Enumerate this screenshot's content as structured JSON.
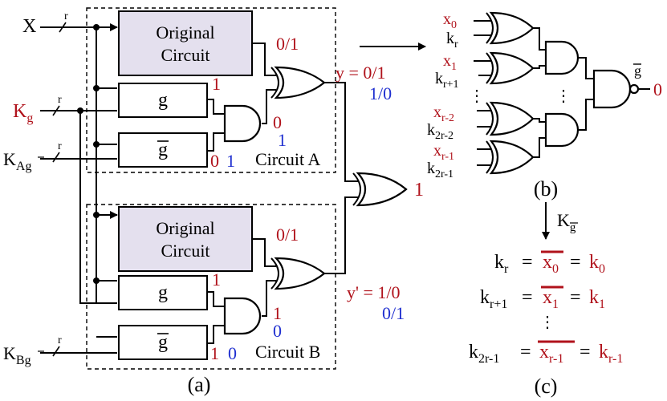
{
  "colors": {
    "red": "#b0121b",
    "blue": "#1f2fd0",
    "fill": "#e4e0ee"
  },
  "fig_a": {
    "input_x": "X",
    "input_kg": "K",
    "input_kg_sub": "g",
    "input_kag": "K",
    "input_kag_sub": "Ag",
    "input_kbg": "K",
    "input_kbg_sub": "Bg",
    "bus_width": "r",
    "orig_line1": "Original",
    "orig_line2": "Circuit",
    "g_label": "g",
    "gbar_label": "g",
    "circuit_a": "Circuit A",
    "circuit_b": "Circuit B",
    "a_orig_out": "0/1",
    "a_g_out": "1",
    "a_gbar_out_red": "0",
    "a_gbar_out_blue": "1",
    "a_and_out_red": "0",
    "a_and_out_blue": "1",
    "y_label": "y = 0/1",
    "y_alt": "1/0",
    "b_orig_out": "0/1",
    "b_g_out": "1",
    "b_gbar_out_red": "1",
    "b_gbar_out_blue": "0",
    "b_and_out_red": "1",
    "b_and_out_blue": "0",
    "y2_label": "y' = 1/0",
    "y2_alt": "0/1",
    "final_out": "1",
    "caption": "(a)"
  },
  "fig_b": {
    "x0": "x",
    "x0_sub": "0",
    "kr": "k",
    "kr_sub": "r",
    "x1": "x",
    "x1_sub": "1",
    "kr1": "k",
    "kr1_sub": "r+1",
    "xr2": "x",
    "xr2_sub": "r-2",
    "k2r2": "k",
    "k2r2_sub": "2r-2",
    "xr1": "x",
    "xr1_sub": "r-1",
    "k2r1": "k",
    "k2r1_sub": "2r-1",
    "dots": "⋮",
    "gbar_out": "g",
    "out_val": "0",
    "caption": "(b)"
  },
  "fig_c": {
    "arrow_label": "K",
    "arrow_label_sub": "g",
    "eq1_lhs": "k",
    "eq1_lhs_sub": "r",
    "eq1_x": "x",
    "eq1_x_sub": "0",
    "eq1_k": "k",
    "eq1_k_sub": "0",
    "eq2_lhs": "k",
    "eq2_lhs_sub": "r+1",
    "eq2_x": "x",
    "eq2_x_sub": "1",
    "eq2_k": "k",
    "eq2_k_sub": "1",
    "eq3_lhs": "k",
    "eq3_lhs_sub": "2r-1",
    "eq3_x": "x",
    "eq3_x_sub": "r-1",
    "eq3_k": "k",
    "eq3_k_sub": "r-1",
    "equals": "=",
    "dots": "⋮",
    "caption": "(c)"
  }
}
